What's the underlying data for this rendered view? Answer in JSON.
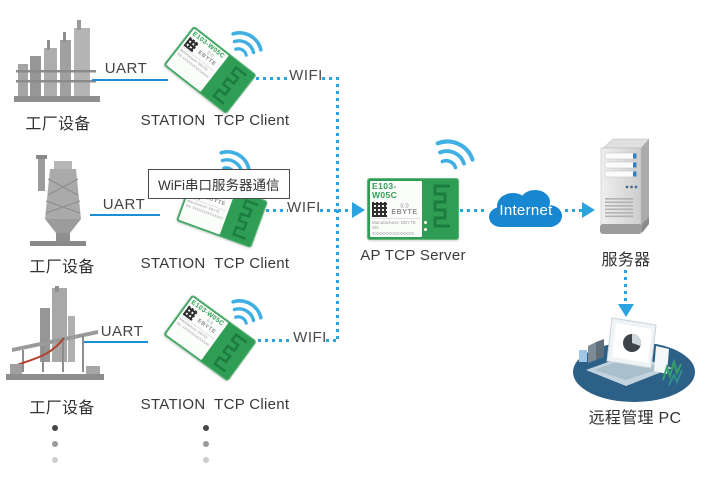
{
  "rows": [
    {
      "equipment": "工厂设备",
      "link": "UART",
      "module_role": "STATION  TCP Client",
      "wireless": "WIFI"
    },
    {
      "equipment": "工厂设备",
      "link": "UART",
      "module_role": "STATION  TCP Client",
      "wireless": "WIFI"
    },
    {
      "equipment": "工厂设备",
      "link": "UART",
      "module_role": "STATION  TCP Client",
      "wireless": "WIFI"
    }
  ],
  "callout": "WiFi串口服务器通信",
  "module": {
    "model": "E103-W05C",
    "logo": "((·))",
    "brand": "EBYTE",
    "manufacturer": "Manufacturer: EBYTE",
    "sn": "SN: XXXXXXXXXXXXXX"
  },
  "ap_label": "AP TCP Server",
  "internet_label": "Internet",
  "server_label": "服务器",
  "pc_label": "远程管理 PC",
  "colors": {
    "uart_line": "#1b8fd2",
    "dotted_line": "#2aa3df",
    "pcb_green": "#2f9e54",
    "antenna_trace": "#1d7c40",
    "cloud_blue": "#1787d2",
    "pc_ellipse": "#2d6087",
    "text_dark": "#3b3b3b"
  }
}
